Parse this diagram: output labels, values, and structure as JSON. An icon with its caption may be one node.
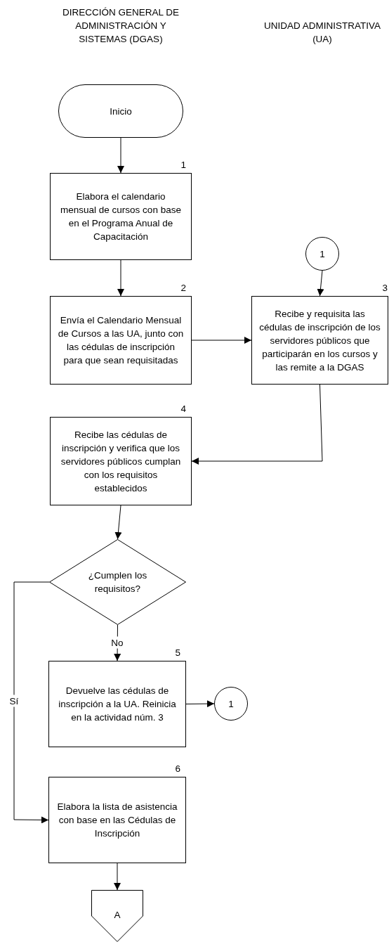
{
  "diagram": {
    "nodes": [
      {
        "text": [
          "Inicio"
        ]
      },
      {
        "text": [
          "Elabora el calendario mensual de cursos con base en el Programa Anual de Capacitación"
        ],
        "beside": [
          "1"
        ]
      },
      {
        "text": [
          "1"
        ]
      },
      {
        "text": [
          "Envía el Calendario Mensual de Cursos a las UA, junto con las cédulas de inscripción para que sean requisitadas"
        ],
        "beside": [
          "2"
        ]
      },
      {
        "text": [
          "Recibe y requisita las cédulas de inscripción de los servidores públicos que participarán en los cursos y las remite a la DGAS"
        ],
        "beside": [
          "3"
        ]
      },
      {
        "text": [
          "Recibe las cédulas de inscripción y verifica que los servidores públicos cumplan con los requisitos establecidos"
        ],
        "beside": [
          "4"
        ]
      },
      {
        "text": [
          "¿Cumplen los requisitos?"
        ]
      },
      {
        "text": [
          "Devuelve las cédulas de inscripción a la UA. Reinicia en la actividad núm. 3"
        ],
        "beside": [
          "5"
        ]
      },
      {
        "text": [
          "1"
        ]
      },
      {
        "text": [
          "Elabora la lista de asistencia con base en las Cédulas de Inscripción"
        ],
        "beside": [
          "6"
        ]
      },
      {
        "text": [
          "A"
        ]
      }
    ],
    "edges": [
      {
        "from": 0,
        "to": 1,
        "arrow": "to"
      },
      {
        "from": 1,
        "to": 3,
        "arrow": "to"
      },
      {
        "from": 3,
        "to": 4,
        "arrow": "to"
      },
      {
        "from": 2,
        "to": 4,
        "arrow": "to"
      },
      {
        "from": 4,
        "to": 5,
        "arrow": "to"
      },
      {
        "from": 5,
        "to": 6,
        "arrow": "to"
      },
      {
        "from": 6,
        "to": 7,
        "arrow": "to",
        "label": "No"
      },
      {
        "from": 7,
        "to": 8,
        "arrow": "to"
      },
      {
        "from": 6,
        "to": 9,
        "arrow": "to",
        "label": "Sí"
      },
      {
        "from": 9,
        "to": 10,
        "arrow": "to"
      }
    ],
    "labels": [
      "DIRECCIÓN GENERAL DE ADMINISTRACIÓN Y SISTEMAS (DGAS)",
      "UNIDAD ADMINISTRATIVA (UA)"
    ]
  }
}
